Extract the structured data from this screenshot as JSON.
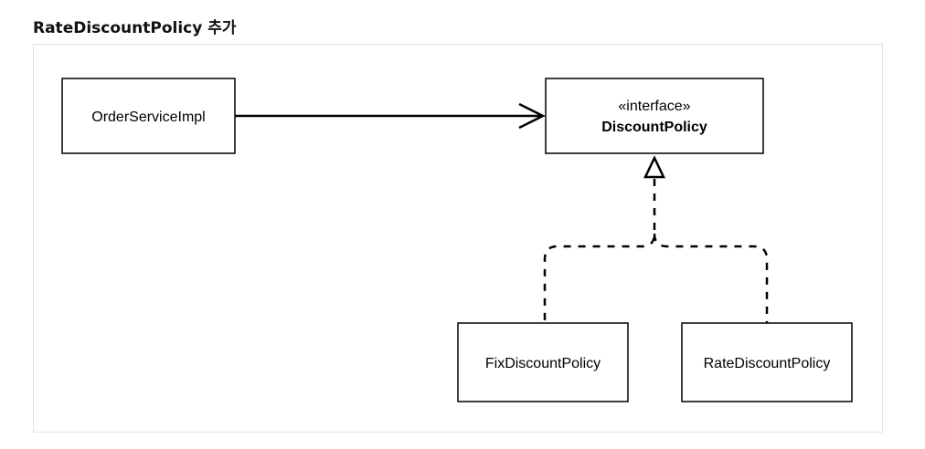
{
  "heading": "RateDiscountPolicy 추가",
  "diagram": {
    "order_service": "OrderServiceImpl",
    "interface_stereotype": "«interface»",
    "interface_name": "DiscountPolicy",
    "fix_policy": "FixDiscountPolicy",
    "rate_policy": "RateDiscountPolicy"
  }
}
